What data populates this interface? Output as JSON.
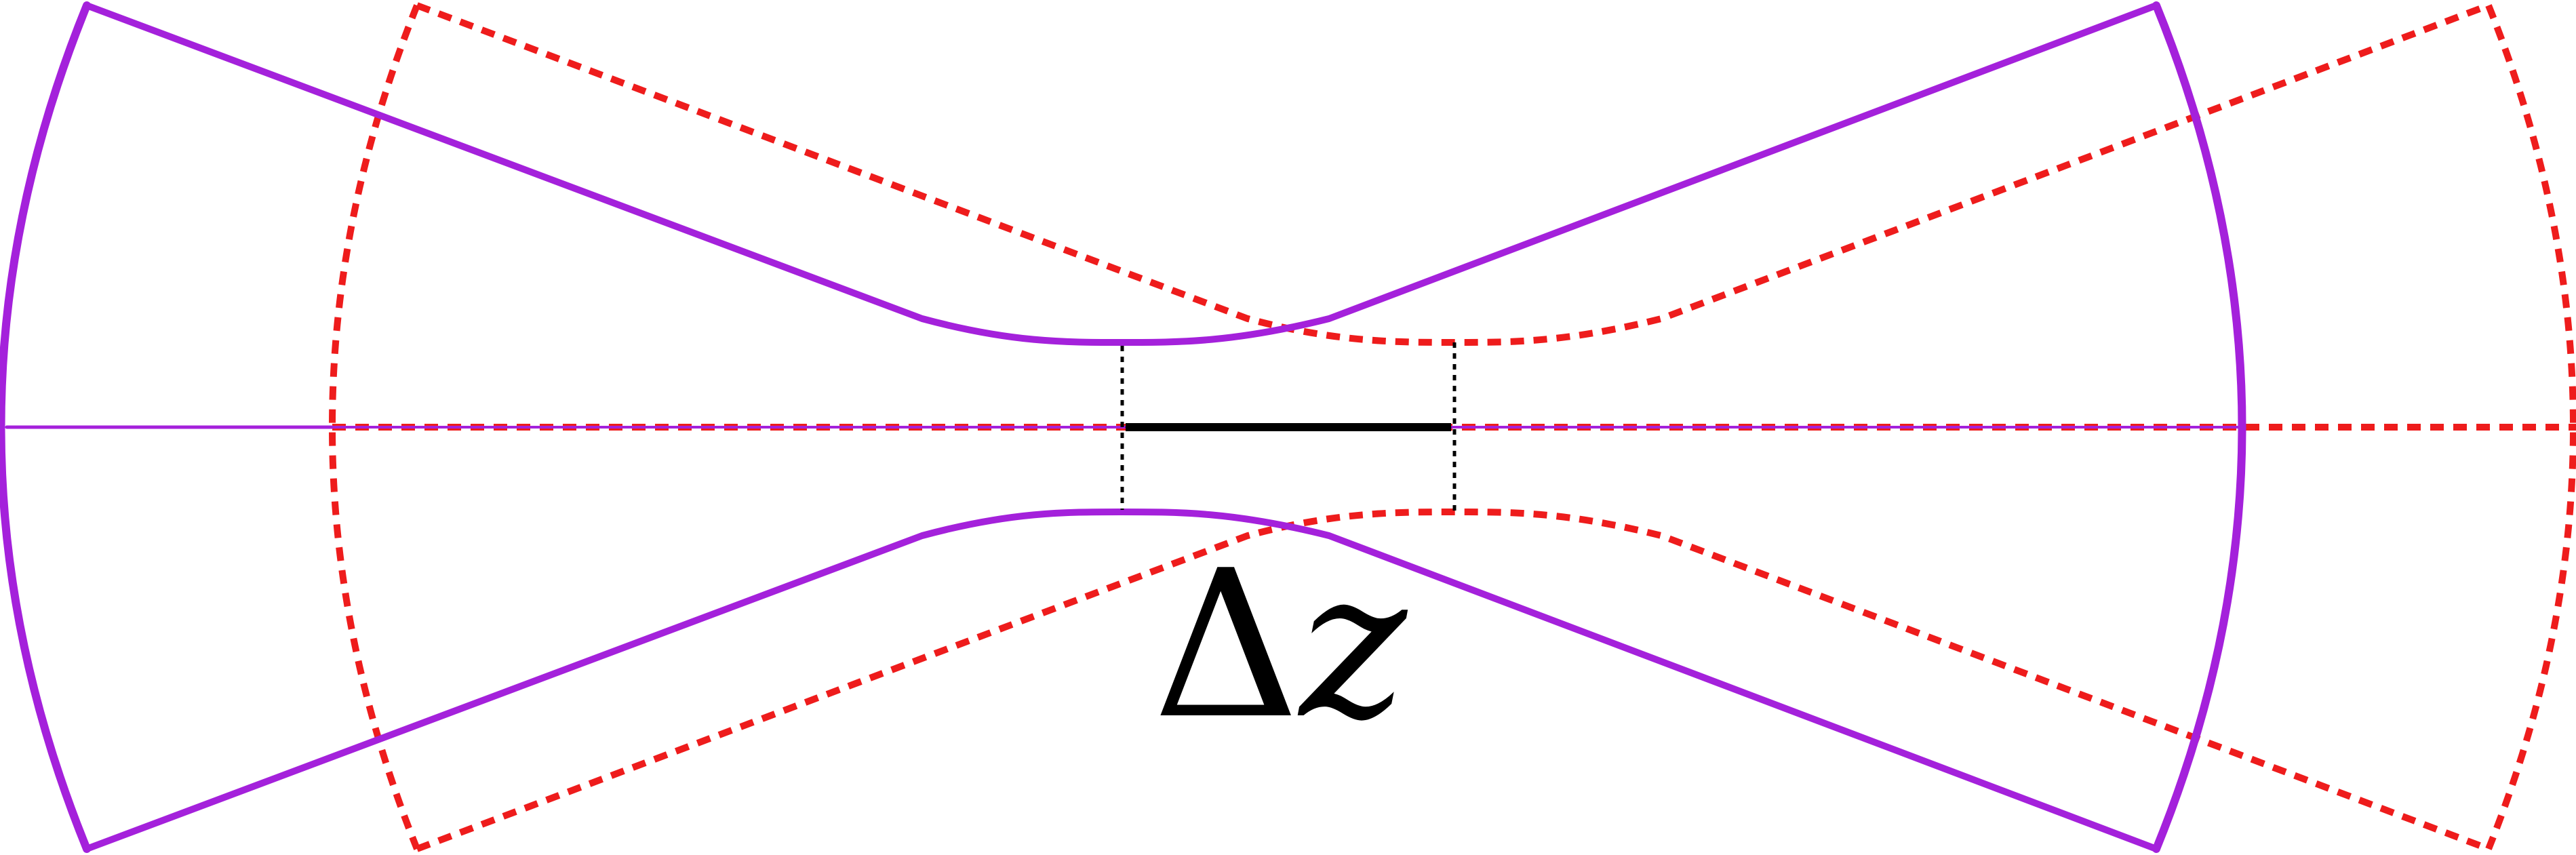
{
  "diagram": {
    "label": "Δz",
    "label_delta": "Δ",
    "label_z": "z"
  },
  "colors": {
    "beam_solid": "#a421db",
    "beam_dashed": "#ee1c1c",
    "arrow": "#000000",
    "marker_lines": "#000000"
  }
}
